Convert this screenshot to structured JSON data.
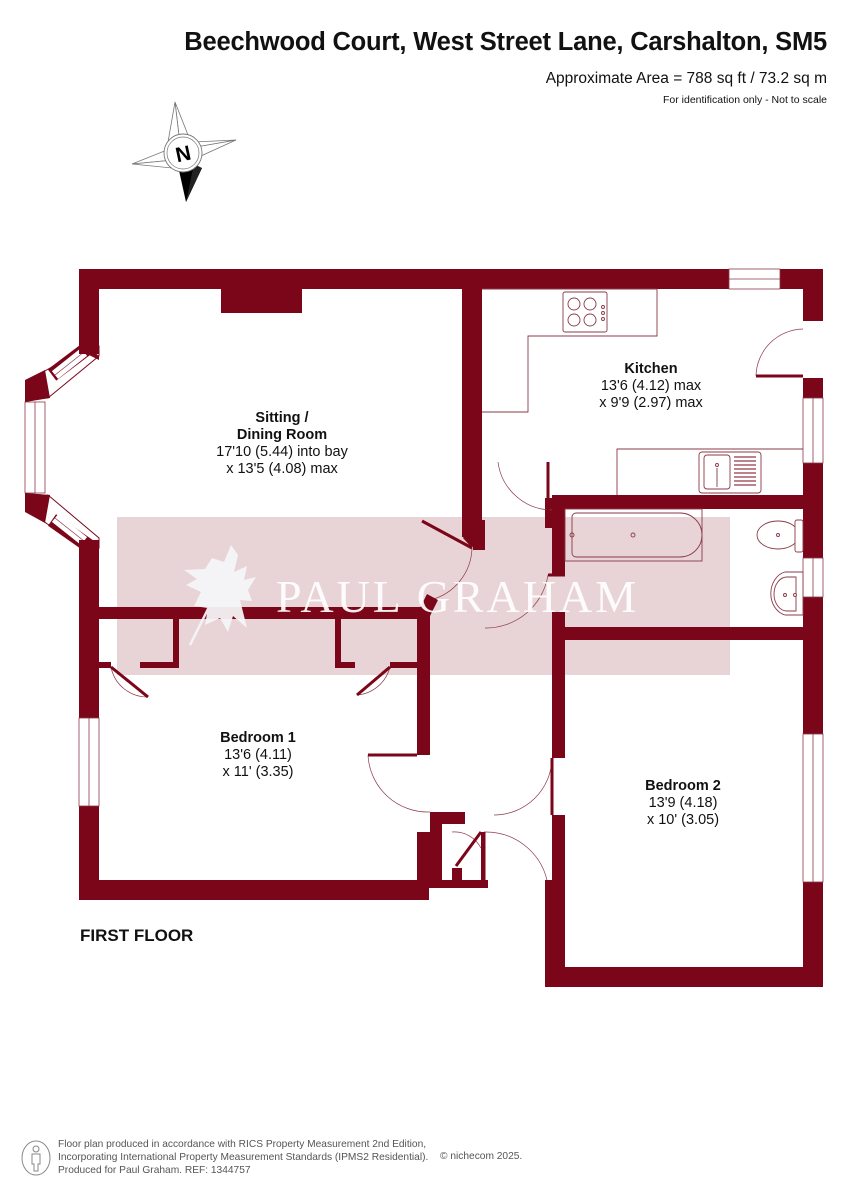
{
  "header": {
    "title": "Beechwood Court, West Street Lane, Carshalton, SM5",
    "area": "Approximate Area = 788 sq ft / 73.2 sq m",
    "disclaimer": "For identification only - Not to scale"
  },
  "compass": {
    "letter": "N"
  },
  "colors": {
    "wall": "#7b0519",
    "watermark_bg": "#e8d4d7",
    "watermark_text": "#ffffff",
    "fixture_line": "#8a3a48"
  },
  "watermark": {
    "text": "PAUL GRAHAM"
  },
  "rooms": [
    {
      "name_line1": "Sitting /",
      "name_line2": "Dining Room",
      "dim1": "17'10 (5.44) into bay",
      "dim2": "x 13'5 (4.08) max"
    },
    {
      "name_line1": "Kitchen",
      "dim1": "13'6 (4.12) max",
      "dim2": "x 9'9 (2.97) max"
    },
    {
      "name_line1": "Bedroom 1",
      "dim1": "13'6 (4.11)",
      "dim2": "x 11' (3.35)"
    },
    {
      "name_line1": "Bedroom 2",
      "dim1": "13'9 (4.18)",
      "dim2": "x 10' (3.05)"
    }
  ],
  "floor_label": "FIRST FLOOR",
  "footer": {
    "line1": "Floor plan produced in accordance with RICS Property Measurement 2nd Edition,",
    "line2": "Incorporating International Property Measurement Standards (IPMS2 Residential).",
    "line3": "Produced for Paul Graham.   REF: 1344757",
    "copyright": "© nichecom 2025."
  }
}
